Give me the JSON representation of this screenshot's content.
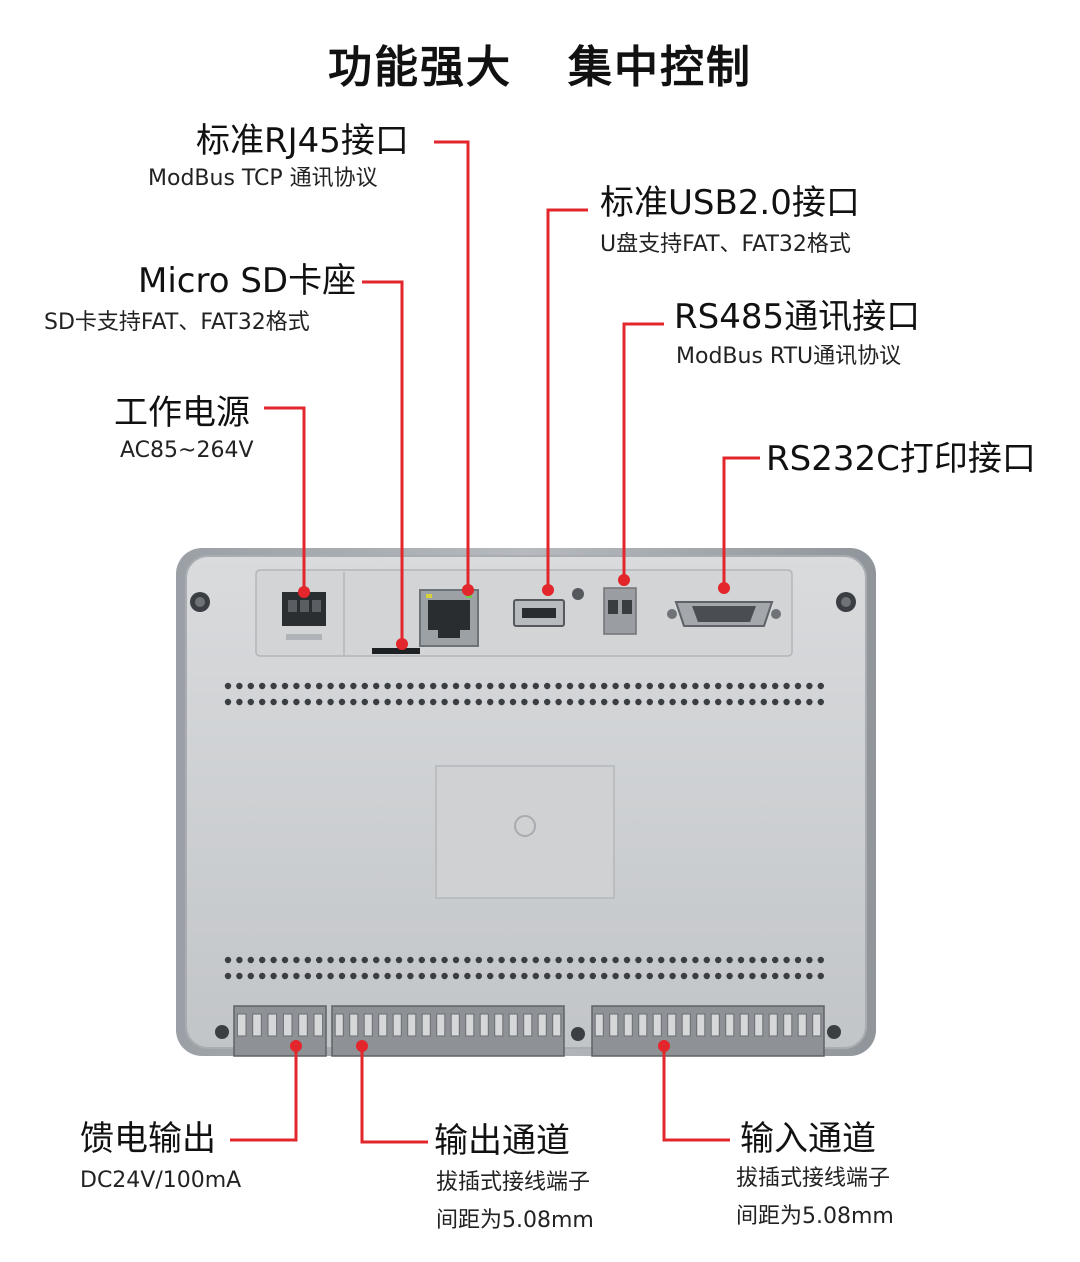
{
  "title": {
    "left": "功能强大",
    "right": "集中控制"
  },
  "callouts": {
    "rj45": {
      "title": "标准RJ45接口",
      "sub": "ModBus TCP 通讯协议"
    },
    "usb": {
      "title": "标准USB2.0接口",
      "sub": "U盘支持FAT、FAT32格式"
    },
    "sd": {
      "title": "Micro SD卡座",
      "sub": "SD卡支持FAT、FAT32格式"
    },
    "rs485": {
      "title": "RS485通讯接口",
      "sub": "ModBus RTU通讯协议"
    },
    "power": {
      "title": "工作电源",
      "sub": "AC85~264V"
    },
    "rs232": {
      "title": "RS232C打印接口"
    },
    "feed": {
      "title": "馈电输出",
      "sub": "DC24V/100mA"
    },
    "output": {
      "title": "输出通道",
      "sub1": "拔插式接线端子",
      "sub2": "间距为5.08mm"
    },
    "input": {
      "title": "输入通道",
      "sub1": "拔插式接线端子",
      "sub2": "间距为5.08mm"
    }
  },
  "colors": {
    "leader": "#e3262b",
    "panel": "#c4c6c8",
    "panel_dark": "#9ea2a6",
    "terminal": "#8e9296"
  }
}
